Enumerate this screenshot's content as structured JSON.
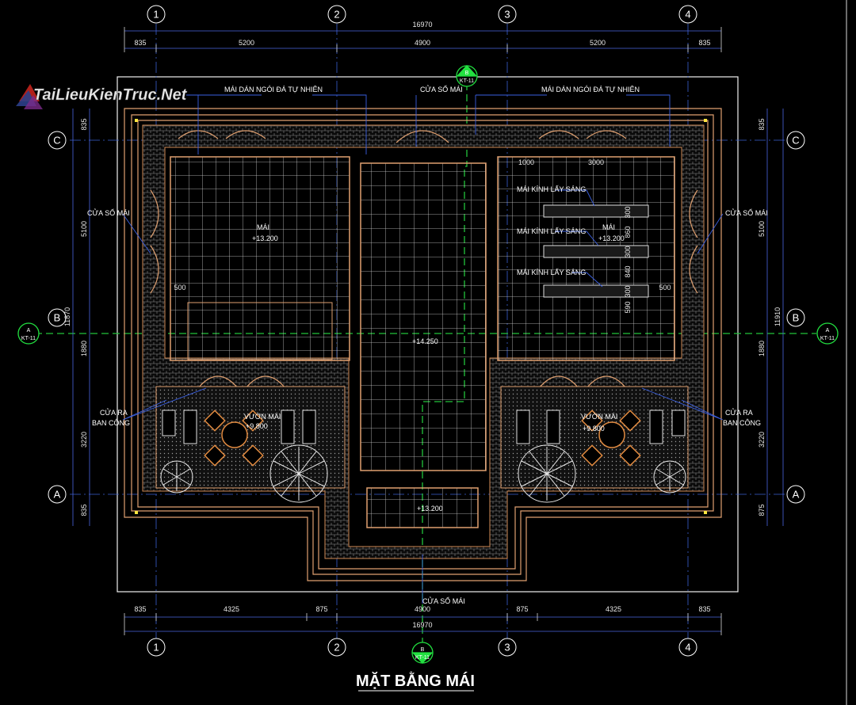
{
  "drawing": {
    "title": "MẶT BẰNG MÁI",
    "watermark": "TaiLieuKienTruc.Net"
  },
  "grid": {
    "columns": [
      "1",
      "2",
      "3",
      "4"
    ],
    "rows": [
      "C",
      "B",
      "A"
    ]
  },
  "dimensions": {
    "top_total": "16970",
    "top_segments": [
      "835",
      "5200",
      "4900",
      "5200",
      "835"
    ],
    "bottom_total": "16970",
    "bottom_segments": [
      "835",
      "4325",
      "875",
      "4900",
      "875",
      "4325",
      "835"
    ],
    "left_total": "11870",
    "left_segments": [
      "835",
      "5100",
      "1880",
      "3220",
      "835"
    ],
    "right_total": "11910",
    "right_segments": [
      "835",
      "5100",
      "1880",
      "3220",
      "875"
    ],
    "inner_top": [
      "1000",
      "3000"
    ],
    "inner_right_vertical": [
      "300",
      "860",
      "300",
      "840",
      "300",
      "590"
    ],
    "inner_500_left": "500",
    "inner_500_right": "500"
  },
  "annotations": {
    "roof_tile_left": "MÁI DÁN NGÓI ĐÁ TỰ NHIÊN",
    "roof_tile_right": "MÁI DÁN NGÓI ĐÁ TỰ NHIÊN",
    "roof_window_top": "CỬA SỔ MÁI",
    "roof_window_left": "CỬA SỔ MÁI",
    "roof_window_right": "CỬA SỔ MÁI",
    "roof_window_bottom": "CỬA SỔ MÁI",
    "skylight_1": "MÁI KÍNH LẤY SÁNG",
    "skylight_2": "MÁI KÍNH LẤY SÁNG",
    "skylight_3": "MÁI KÍNH LẤY SÁNG",
    "roof_left_label": "MÁI",
    "roof_right_label": "MÁI",
    "roof_garden_left": "VƯỜN MÁI",
    "roof_garden_right": "VƯỜN MÁI",
    "balcony_left_1": "CỬA RA",
    "balcony_left_2": "BAN CÔNG",
    "balcony_right_1": "CỬA RA",
    "balcony_right_2": "BAN CÔNG"
  },
  "levels": {
    "left_roof": "+13.200",
    "right_roof": "+13.200",
    "center_roof": "+14.250",
    "garden_left": "+9.800",
    "garden_right": "+9.800",
    "bottom_roof": "+13.200"
  },
  "section_markers": {
    "top": {
      "letter": "B",
      "ref": "KT-11"
    },
    "bottom": {
      "letter": "B",
      "ref": "KT-11"
    },
    "left": {
      "letter": "A",
      "ref": "KT-11"
    },
    "right": {
      "letter": "A",
      "ref": "KT-11"
    }
  }
}
